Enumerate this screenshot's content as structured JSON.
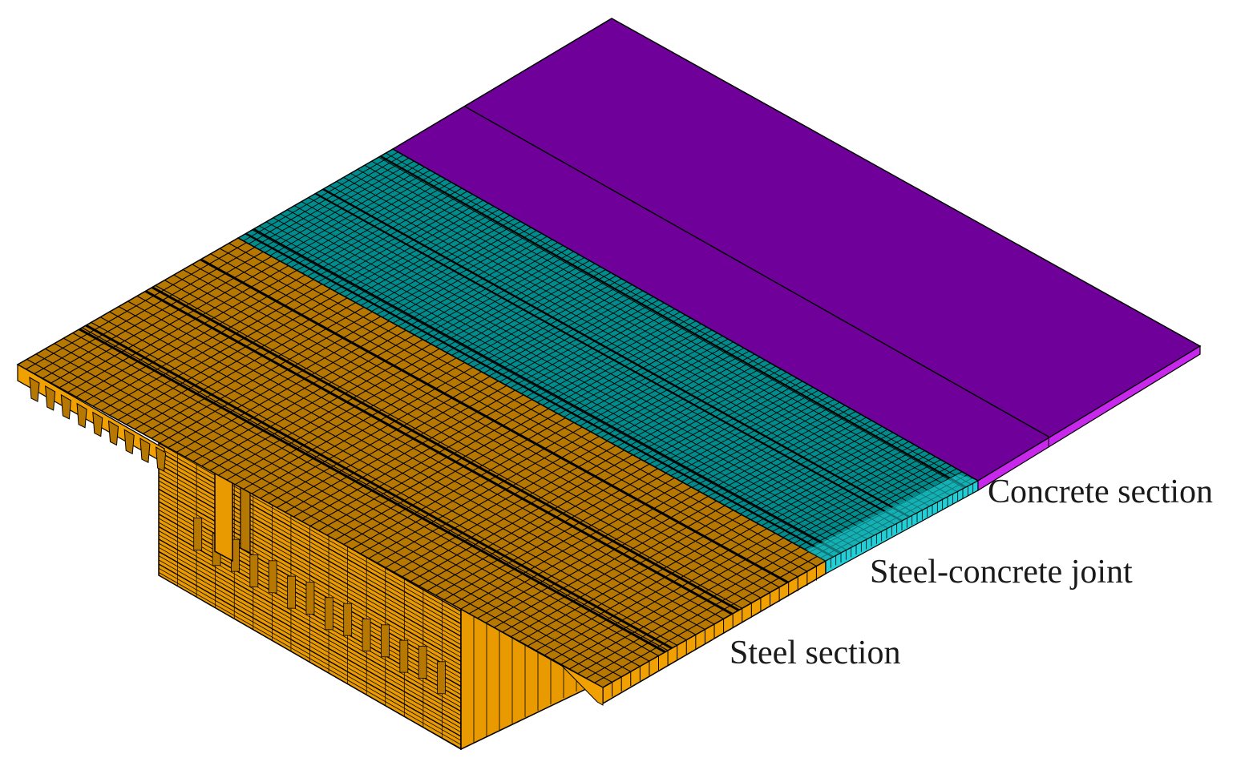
{
  "labels": {
    "concrete": "Concrete section",
    "joint": "Steel-concrete joint",
    "steel": "Steel section"
  },
  "colors": {
    "concrete_top": "#70009a",
    "concrete_edge": "#c828ec",
    "joint_top": "#008c8c",
    "joint_edge": "#22cfd6",
    "steel_top": "#b67800",
    "steel_light": "#f0a000",
    "steel_web": "#e89a00",
    "outline": "#000000"
  },
  "model": {
    "segments": [
      "steel",
      "joint",
      "concrete"
    ],
    "parts": [
      "deck-plate",
      "box-girder",
      "longitudinal-ribs",
      "cantilever-ribs"
    ]
  }
}
